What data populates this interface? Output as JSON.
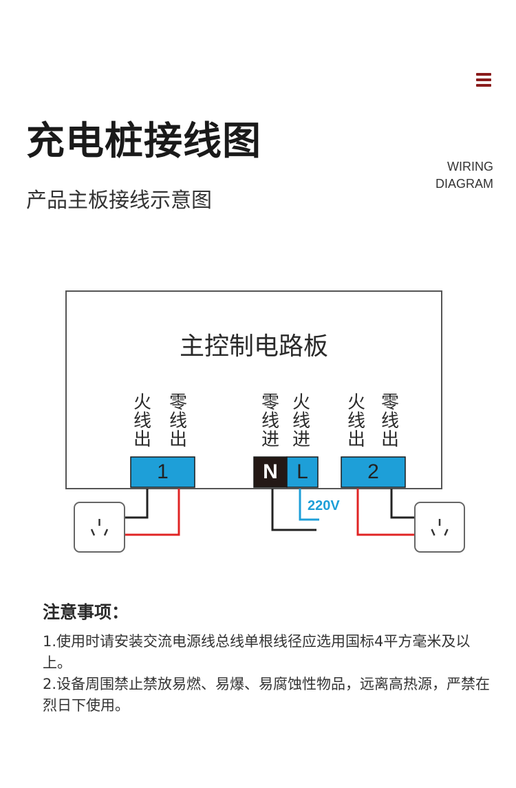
{
  "header": {
    "title": "充电桩接线图",
    "subtitle": "产品主板接线示意图",
    "en_title_line1": "WIRING",
    "en_title_line2": "DIAGRAM",
    "menu_icon": "hamburger-menu-icon"
  },
  "diagram": {
    "board_label": "主控制电路板",
    "terminal_labels": {
      "out1_live": "火线出",
      "out1_neutral": "零线出",
      "in_neutral": "零线进",
      "in_live": "火线进",
      "out2_live": "火线出",
      "out2_neutral": "零线出"
    },
    "terminals": {
      "block1": "1",
      "neutral": "N",
      "live": "L",
      "block2": "2"
    },
    "voltage": "220V",
    "colors": {
      "terminal_blue": "#1e9fd8",
      "neutral_terminal": "#231815",
      "live_wire": "#e02424",
      "neutral_wire": "#222222",
      "supply_wire": "#1e9fd8",
      "accent": "#8a1c1c"
    },
    "socket_icon": "power-socket-icon"
  },
  "notes": {
    "title": "注意事项：",
    "items": [
      "1.使用时请安装交流电源线总线单根线径应选用国标4平方毫米及以上。",
      "2.设备周围禁止禁放易燃、易爆、易腐蚀性物品，远离高热源，严禁在烈日下使用。"
    ]
  }
}
